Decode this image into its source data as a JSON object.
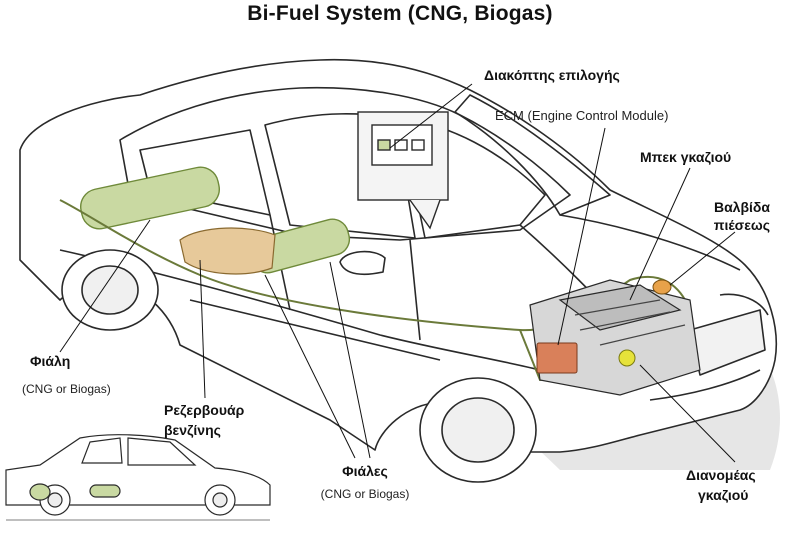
{
  "title": "Bi-Fuel System (CNG, Biogas)",
  "labels": {
    "selector_switch": "Διακόπτης επιλογής",
    "ecm": "ECM (Engine Control Module)",
    "gas_injector": "Μπεκ γκαζιού",
    "pressure_valve_line1": "Βαλβίδα",
    "pressure_valve_line2": "πιέσεως",
    "cylinder": "Φιάλη",
    "cylinder_sub": "(CNG or Biogas)",
    "petrol_tank_line1": "Ρεζερβουάρ",
    "petrol_tank_line2": "βενζίνης",
    "cylinders": "Φιάλες",
    "cylinders_sub": "(CNG or Biogas)",
    "gas_distributor_line1": "Διανομέας",
    "gas_distributor_line2": "γκαζιού"
  },
  "colors": {
    "tank_fill": "#c9d9a2",
    "tank_stroke": "#6f8a3a",
    "petrol_tank": "#e7c99a",
    "ecm_box": "#d9805a",
    "distributor": "#e6e23a",
    "car_outline": "#2a2a2a",
    "ground_shadow": "#e3e3e3"
  }
}
